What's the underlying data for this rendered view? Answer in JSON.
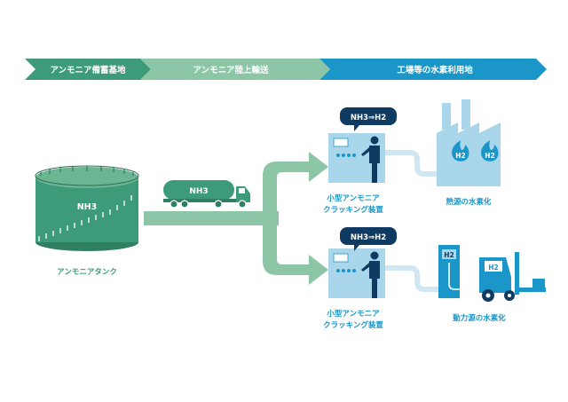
{
  "header": {
    "stage1": "アンモニア備蓄基地",
    "stage2": "アンモニア陸上輸送",
    "stage3": "工場等の水素利用地"
  },
  "tank": {
    "formula": "NH3",
    "caption": "アンモニアタンク"
  },
  "truck": {
    "formula": "NH3"
  },
  "cracker_top": {
    "bubble": "NH3⇒H2",
    "caption_line1": "小型アンモニア",
    "caption_line2": "クラッキング装置"
  },
  "cracker_bottom": {
    "bubble": "NH3⇒H2",
    "caption_line1": "小型アンモニア",
    "caption_line2": "クラッキング装置"
  },
  "use_heat": {
    "flame1": "H2",
    "flame2": "H2",
    "caption": "熱源の水素化"
  },
  "use_power": {
    "station": "H2",
    "forklift": "H2",
    "caption": "動力源の水素化"
  },
  "colors": {
    "green_dark": "#3e9b7a",
    "green_light": "#8cc6a6",
    "blue": "#1a96c8",
    "blue_light": "#a9d6ea",
    "navy": "#0f3b63"
  }
}
